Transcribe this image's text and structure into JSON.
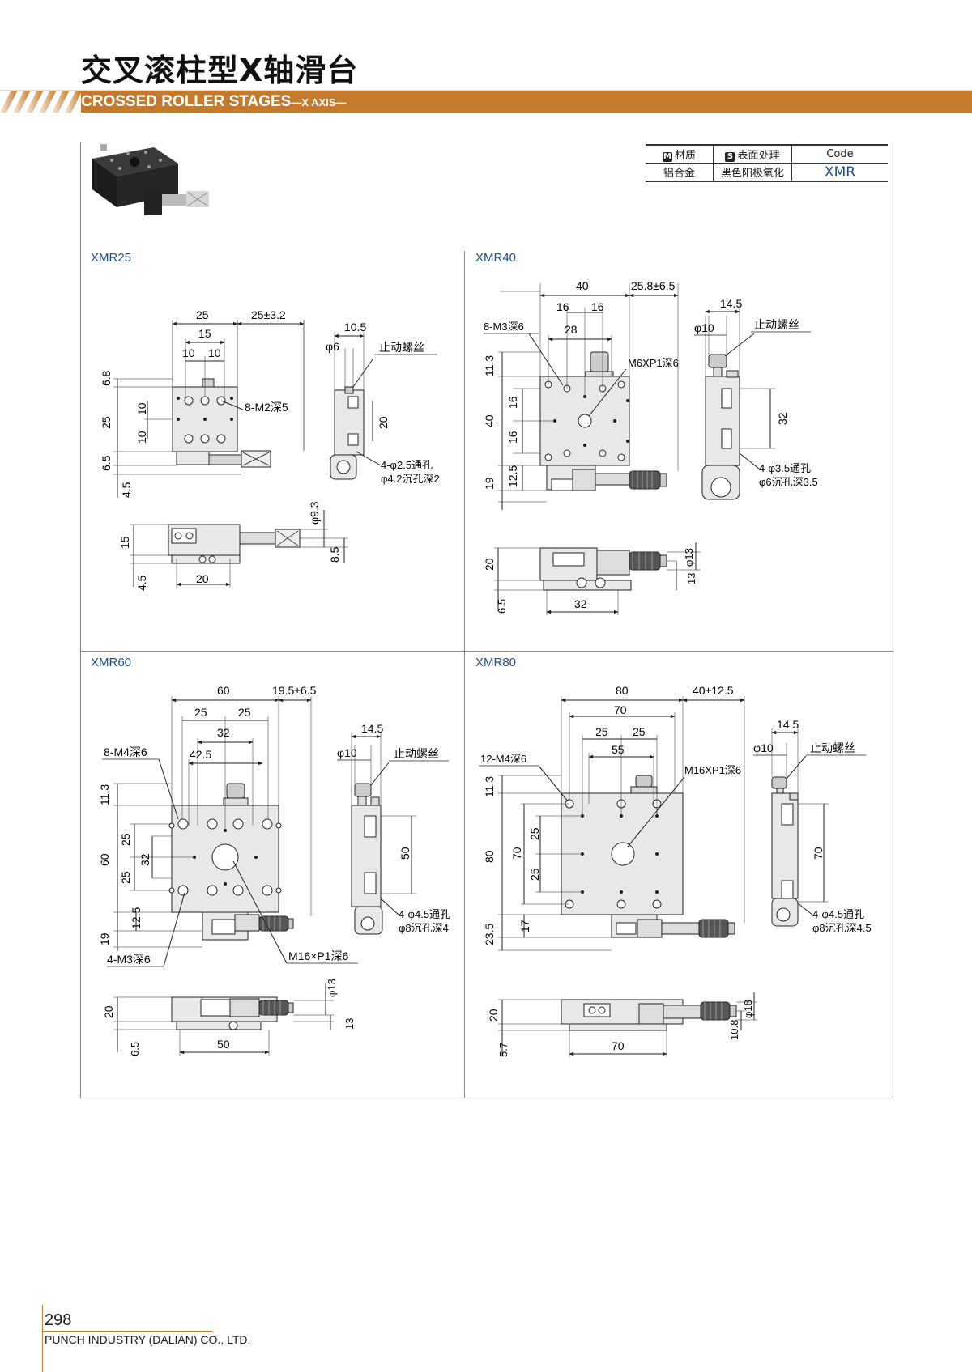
{
  "header": {
    "title_cn": "交叉滚柱型X轴滑台",
    "title_en": "CROSSED ROLLER STAGES",
    "title_en_suffix": "—X AXIS—"
  },
  "spec_table": {
    "material_label": "材质",
    "surface_label": "表面处理",
    "code_label": "Code",
    "material": "铝合金",
    "surface": "黑色阳极氧化",
    "code": "XMR",
    "material_icon": "M",
    "surface_icon": "S"
  },
  "models": {
    "xmr25": {
      "label": "XMR25",
      "dims": {
        "d25": "25",
        "d25tol": "25±3.2",
        "d15": "15",
        "d10a": "10",
        "d10b": "10",
        "d68": "6.8",
        "d25v": "25",
        "d10v1": "10",
        "d10v2": "10",
        "d65": "6.5",
        "d45": "4.5",
        "thread": "8-M2深5",
        "d105": "10.5",
        "phi6": "φ6",
        "stop": "止动螺丝",
        "d20v": "20",
        "holes": "4-φ2.5通孔",
        "cbore": "φ4.2沉孔深2",
        "d93": "φ9.3",
        "d15v": "15",
        "d85": "8.5",
        "d45b": "4.5",
        "d20": "20"
      }
    },
    "xmr40": {
      "label": "XMR40",
      "dims": {
        "d40": "40",
        "d258": "25.8±6.5",
        "d16a": "16",
        "d16b": "16",
        "d28": "28",
        "thread": "8-M3深6",
        "center": "M6XP1深6",
        "d113": "11.3",
        "d16v1": "16",
        "d40v": "40",
        "d16v2": "16",
        "d125": "12.5",
        "d19": "19",
        "d145": "14.5",
        "phi10": "φ10",
        "stop": "止动螺丝",
        "d32v": "32",
        "holes": "4-φ3.5通孔",
        "cbore": "φ6沉孔深3.5",
        "d20": "20",
        "d13": "13",
        "phi13": "φ13",
        "d65": "6.5",
        "d32": "32"
      }
    },
    "xmr60": {
      "label": "XMR60",
      "dims": {
        "d60": "60",
        "d195": "19.5±6.5",
        "d25a": "25",
        "d25b": "25",
        "d32": "32",
        "d425": "42.5",
        "thread": "8-M4深6",
        "d113": "11.3",
        "d25v1": "25",
        "d60v": "60",
        "d32v": "32",
        "d25v2": "25",
        "d125": "12.5",
        "d19": "19",
        "m3": "4-M3深6",
        "center": "M16×P1深6",
        "d145": "14.5",
        "phi10": "φ10",
        "stop": "止动螺丝",
        "d50v": "50",
        "holes": "4-φ4.5通孔",
        "cbore": "φ8沉孔深4",
        "phi13": "φ13",
        "d20": "20",
        "d13": "13",
        "d65": "6.5",
        "d50": "50"
      }
    },
    "xmr80": {
      "label": "XMR80",
      "dims": {
        "d80": "80",
        "d40": "40±12.5",
        "d70": "70",
        "d25a": "25",
        "d25b": "25",
        "d55": "55",
        "thread": "12-M4深6",
        "center": "M16XP1深6",
        "d113": "11.3",
        "d80v": "80",
        "d70v": "70",
        "d25v1": "25",
        "d25v2": "25",
        "d235": "23.5",
        "d17": "17",
        "d145": "14.5",
        "phi10": "φ10",
        "stop": "止动螺丝",
        "d70s": "70",
        "holes": "4-φ4.5通孔",
        "cbore": "φ8沉孔深4.5",
        "d20": "20",
        "d108": "10.8",
        "phi18": "φ18",
        "d57": "5.7",
        "d70b": "70"
      }
    }
  },
  "footer": {
    "page_number": "298",
    "company": "PUNCH INDUSTRY (DALIAN) CO., LTD."
  },
  "colors": {
    "accent": "#c47a2c",
    "label_blue": "#1d4e8f",
    "part": "#e8e8e8"
  }
}
